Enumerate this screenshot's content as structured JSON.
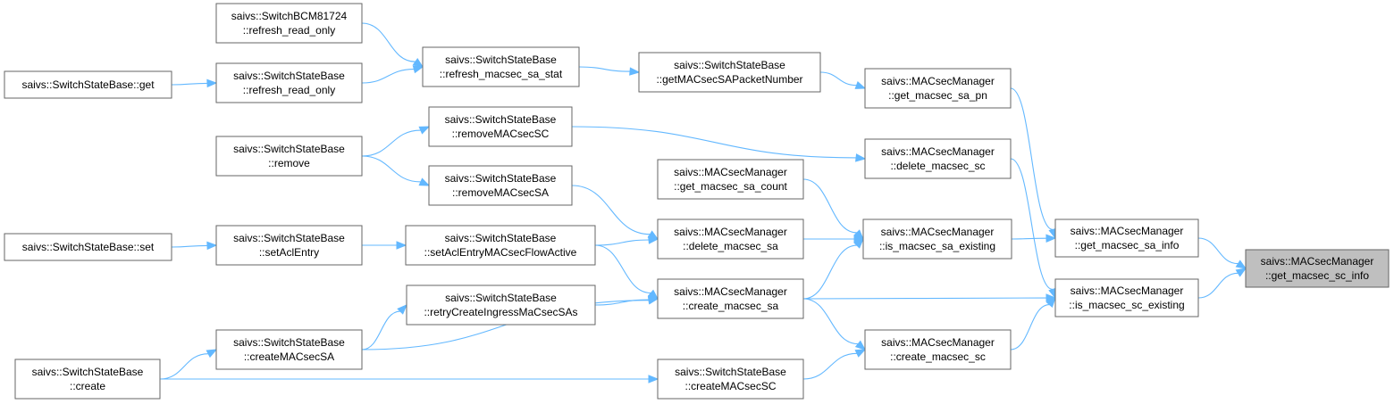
{
  "graph": {
    "nodes": [
      {
        "id": "root",
        "lines": [
          "saivs::MACsecManager",
          "::get_macsec_sc_info"
        ],
        "root": true
      },
      {
        "id": "sa_info",
        "lines": [
          "saivs::MACsecManager",
          "::get_macsec_sa_info"
        ]
      },
      {
        "id": "sc_existing",
        "lines": [
          "saivs::MACsecManager",
          "::is_macsec_sc_existing"
        ]
      },
      {
        "id": "sa_pn",
        "lines": [
          "saivs::MACsecManager",
          "::get_macsec_sa_pn"
        ]
      },
      {
        "id": "sa_existing",
        "lines": [
          "saivs::MACsecManager",
          "::is_macsec_sa_existing"
        ]
      },
      {
        "id": "delete_sc",
        "lines": [
          "saivs::MACsecManager",
          "::delete_macsec_sc"
        ]
      },
      {
        "id": "create_sa",
        "lines": [
          "saivs::MACsecManager",
          "::create_macsec_sa"
        ]
      },
      {
        "id": "create_sc",
        "lines": [
          "saivs::MACsecManager",
          "::create_macsec_sc"
        ]
      },
      {
        "id": "getPN",
        "lines": [
          "saivs::SwitchStateBase",
          "::getMACsecSAPacketNumber"
        ]
      },
      {
        "id": "sa_count",
        "lines": [
          "saivs::MACsecManager",
          "::get_macsec_sa_count"
        ]
      },
      {
        "id": "delete_sa",
        "lines": [
          "saivs::MACsecManager",
          "::delete_macsec_sa"
        ]
      },
      {
        "id": "refresh_stat",
        "lines": [
          "saivs::SwitchStateBase",
          "::refresh_macsec_sa_stat"
        ]
      },
      {
        "id": "removeSC",
        "lines": [
          "saivs::SwitchStateBase",
          "::removeMACsecSC"
        ]
      },
      {
        "id": "removeSA",
        "lines": [
          "saivs::SwitchStateBase",
          "::removeMACsecSA"
        ]
      },
      {
        "id": "setAclFlow",
        "lines": [
          "saivs::SwitchStateBase",
          "::setAclEntryMACsecFlowActive"
        ]
      },
      {
        "id": "retryCreate",
        "lines": [
          "saivs::SwitchStateBase",
          "::retryCreateIngressMaCsecSAs"
        ]
      },
      {
        "id": "createSC",
        "lines": [
          "saivs::SwitchStateBase",
          "::createMACsecSC"
        ]
      },
      {
        "id": "bcm",
        "lines": [
          "saivs::SwitchBCM81724",
          "::refresh_read_only"
        ]
      },
      {
        "id": "ssb_refresh",
        "lines": [
          "saivs::SwitchStateBase",
          "::refresh_read_only"
        ]
      },
      {
        "id": "remove",
        "lines": [
          "saivs::SwitchStateBase",
          "::remove"
        ]
      },
      {
        "id": "setAclEntry",
        "lines": [
          "saivs::SwitchStateBase",
          "::setAclEntry"
        ]
      },
      {
        "id": "createSA",
        "lines": [
          "saivs::SwitchStateBase",
          "::createMACsecSA"
        ]
      },
      {
        "id": "get",
        "lines": [
          "saivs::SwitchStateBase::get"
        ]
      },
      {
        "id": "set",
        "lines": [
          "saivs::SwitchStateBase::set"
        ]
      },
      {
        "id": "create",
        "lines": [
          "saivs::SwitchStateBase",
          "::create"
        ]
      }
    ],
    "edges": [
      [
        "sa_info",
        "root"
      ],
      [
        "sc_existing",
        "root"
      ],
      [
        "sa_pn",
        "sa_info"
      ],
      [
        "sa_existing",
        "sa_info"
      ],
      [
        "delete_sc",
        "sc_existing"
      ],
      [
        "create_sa",
        "sc_existing"
      ],
      [
        "create_sc",
        "sc_existing"
      ],
      [
        "getPN",
        "sa_pn"
      ],
      [
        "sa_count",
        "sa_existing"
      ],
      [
        "delete_sa",
        "sa_existing"
      ],
      [
        "create_sa",
        "sa_existing"
      ],
      [
        "removeSC",
        "delete_sc"
      ],
      [
        "refresh_stat",
        "getPN"
      ],
      [
        "removeSA",
        "delete_sa"
      ],
      [
        "setAclFlow",
        "delete_sa"
      ],
      [
        "setAclFlow",
        "create_sa"
      ],
      [
        "retryCreate",
        "create_sa"
      ],
      [
        "createSA",
        "create_sa"
      ],
      [
        "create_sa",
        "create_sc"
      ],
      [
        "createSC",
        "create_sc"
      ],
      [
        "bcm",
        "refresh_stat"
      ],
      [
        "ssb_refresh",
        "refresh_stat"
      ],
      [
        "remove",
        "removeSC"
      ],
      [
        "remove",
        "removeSA"
      ],
      [
        "setAclEntry",
        "setAclFlow"
      ],
      [
        "createSA",
        "retryCreate"
      ],
      [
        "get",
        "ssb_refresh"
      ],
      [
        "set",
        "setAclEntry"
      ],
      [
        "create",
        "createSA"
      ],
      [
        "create",
        "createSC"
      ]
    ]
  }
}
